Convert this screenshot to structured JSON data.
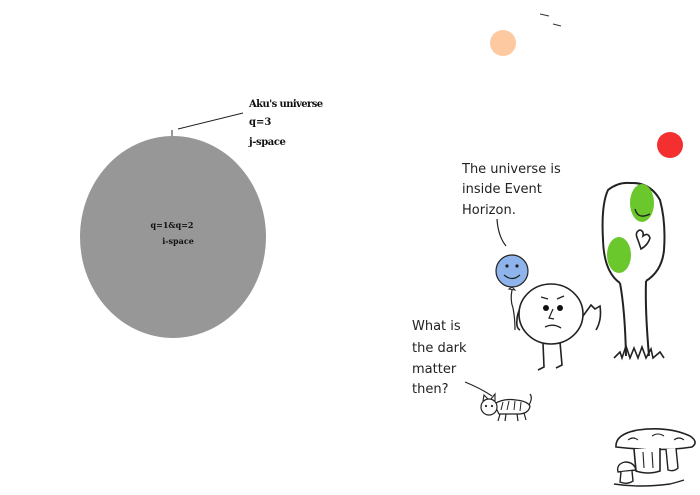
{
  "universe": {
    "annotation": {
      "line1": "Aku's universe",
      "line2": "q=3",
      "line3": "j-space"
    },
    "inner": {
      "line1": "q=1&q=2",
      "line2": "i-space"
    }
  },
  "speech": {
    "balloon_thought": {
      "line1": "The universe is",
      "line2": "inside Event",
      "line3": "Horizon."
    },
    "person_question": {
      "line1": "What is",
      "line2": "the dark",
      "line3": "matter",
      "line4": "then?"
    }
  },
  "colors": {
    "universe_fill": "#979797",
    "sun_orange": "#fdc9a0",
    "red_ball": "#f42f2f",
    "balloon_blue": "#8fb4ec",
    "leaf_green": "#6ac72c"
  },
  "icons": [
    "cat-icon",
    "tree-icon",
    "mushroom-icon",
    "balloon-icon"
  ]
}
